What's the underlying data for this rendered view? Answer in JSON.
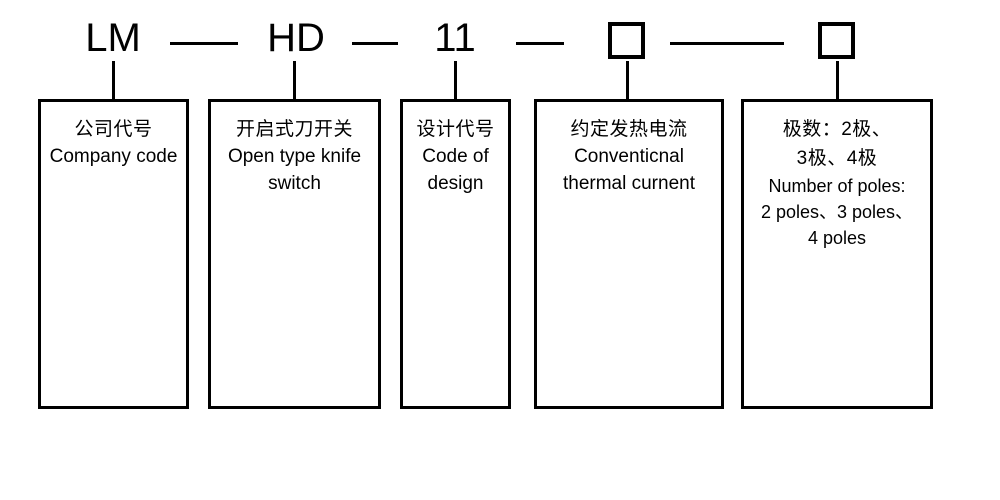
{
  "diagram": {
    "type": "model-code-breakdown",
    "title": "",
    "background_color": "#ffffff",
    "line_color": "#000000",
    "code_sequence": [
      {
        "id": "company",
        "kind": "text",
        "text": "LM"
      },
      {
        "id": "sep1",
        "kind": "dash",
        "text": "—"
      },
      {
        "id": "series",
        "kind": "text",
        "text": "HD"
      },
      {
        "id": "sep2",
        "kind": "dash",
        "text": "—"
      },
      {
        "id": "design",
        "kind": "text",
        "text": "11"
      },
      {
        "id": "sep3",
        "kind": "dash",
        "text": "—"
      },
      {
        "id": "current",
        "kind": "square",
        "text": ""
      },
      {
        "id": "sep4",
        "kind": "dash",
        "text": "——"
      },
      {
        "id": "poles",
        "kind": "square",
        "text": ""
      }
    ],
    "boxes": [
      {
        "id": "company",
        "cn": "公司代号",
        "en": "Company code"
      },
      {
        "id": "series",
        "cn": "开启式刀开关",
        "en": "Open type knife switch"
      },
      {
        "id": "design",
        "cn": "设计代号",
        "en": "Code of design"
      },
      {
        "id": "current",
        "cn": "约定发热电流",
        "en": "Conventicnal thermal curnent"
      },
      {
        "id": "poles",
        "cn": "极数：2极、\n3极、4极",
        "en": "Number of poles:\n2 poles、3 poles、\n4 poles"
      }
    ]
  }
}
